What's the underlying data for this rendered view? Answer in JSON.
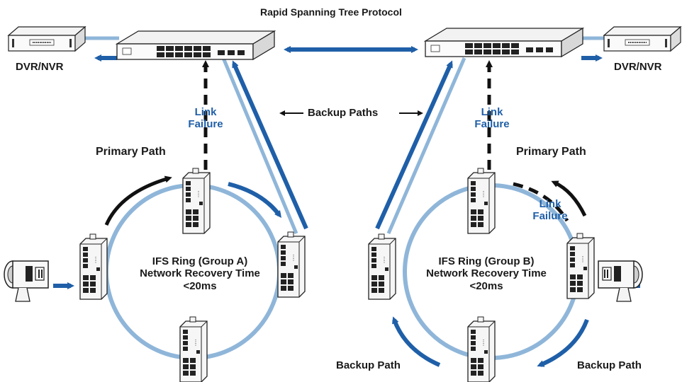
{
  "title": "Rapid Spanning Tree Protocol",
  "dvr_left": "DVR/NVR",
  "dvr_right": "DVR/NVR",
  "backup_paths": "Backup Paths",
  "primary_path_left": "Primary Path",
  "primary_path_right": "Primary Path",
  "link_failure_line1": "Link",
  "link_failure_line2": "Failure",
  "ring_a": {
    "line1": "IFS Ring (Group A)",
    "line2": "Network Recovery Time",
    "line3": "<20ms"
  },
  "ring_b": {
    "line1": "IFS Ring (Group B)",
    "line2": "Network Recovery Time",
    "line3": "<20ms"
  },
  "backup_path_left": "Backup Path",
  "backup_path_right": "Backup Path",
  "colors": {
    "arrow_blue": "#1f5fa8",
    "ring_light_blue": "#8fb6d9",
    "text": "#1a1a1a"
  },
  "icons": [
    "dvr-recorder-icon",
    "network-switch-icon",
    "industrial-switch-icon",
    "camera-icon"
  ]
}
